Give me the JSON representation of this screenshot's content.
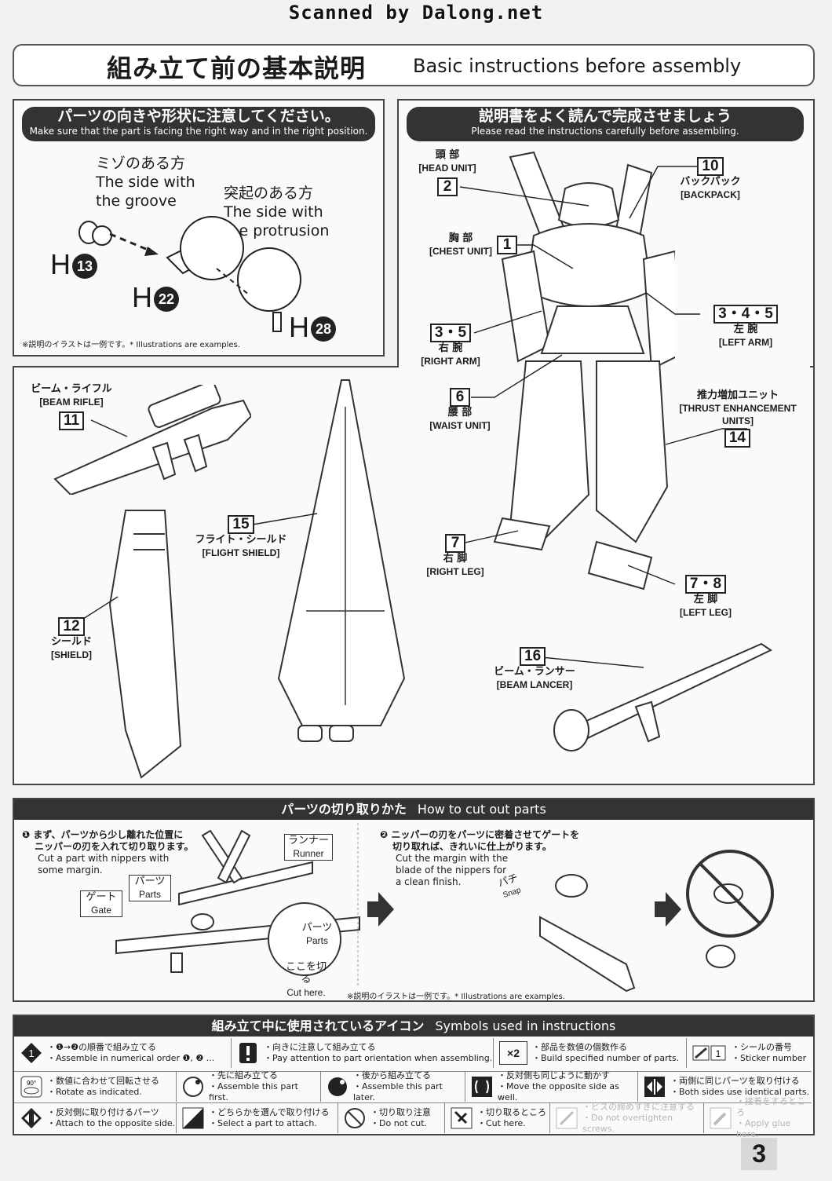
{
  "watermark": "Scanned by Dalong.net",
  "header": {
    "title_jp": "組み立て前の基本説明",
    "title_en": "Basic instructions before assembly"
  },
  "orientation": {
    "caption_jp": "パーツの向きや形状に注意してください。",
    "caption_en": "Make sure that the part is facing the right way and in the right position.",
    "groove_jp": "ミゾのある方",
    "groove_en1": "The side with",
    "groove_en2": "the groove",
    "protrusion_jp": "突起のある方",
    "protrusion_en1": "The side with",
    "protrusion_en2": "the protrusion",
    "parts": [
      {
        "letter": "H",
        "num": "13"
      },
      {
        "letter": "H",
        "num": "22"
      },
      {
        "letter": "H",
        "num": "28"
      }
    ],
    "note": "※説明のイラストは一例です。* Illustrations are examples."
  },
  "read": {
    "caption_jp": "説明書をよく読んで完成させましょう",
    "caption_en": "Please read the instructions carefully before assembling."
  },
  "units": [
    {
      "jp": "頭 部",
      "en": "[HEAD UNIT]",
      "num": "2"
    },
    {
      "jp": "バックパック",
      "en": "[BACKPACK]",
      "num": "10"
    },
    {
      "jp": "胸 部",
      "en": "[CHEST UNIT]",
      "num": "1"
    },
    {
      "jp": "左 腕",
      "en": "[LEFT ARM]",
      "num": "3・4・5"
    },
    {
      "jp": "右 腕",
      "en": "[RIGHT ARM]",
      "num": "3・5"
    },
    {
      "jp": "腰 部",
      "en": "[WAIST UNIT]",
      "num": "6"
    },
    {
      "jp": "推力増加ユニット",
      "en": "[THRUST ENHANCEMENT UNITS]",
      "num": "14"
    },
    {
      "jp": "右 脚",
      "en": "[RIGHT LEG]",
      "num": "7"
    },
    {
      "jp": "左 脚",
      "en": "[LEFT LEG]",
      "num": "7・8"
    },
    {
      "jp": "ビーム・ライフル",
      "en": "[BEAM RIFLE]",
      "num": "11"
    },
    {
      "jp": "フライト・シールド",
      "en": "[FLIGHT SHIELD]",
      "num": "15"
    },
    {
      "jp": "シールド",
      "en": "[SHIELD]",
      "num": "12"
    },
    {
      "jp": "ビーム・ランサー",
      "en": "[BEAM LANCER]",
      "num": "16"
    }
  ],
  "cut": {
    "title_jp": "パーツの切り取りかた",
    "title_en": "How to cut out parts",
    "step1_jp1": "まず、パーツから少し離れた位置に",
    "step1_jp2": "ニッパーの刃を入れて切り取ります。",
    "step1_en1": "Cut a part with nippers with",
    "step1_en2": "some margin.",
    "runner_jp": "ランナー",
    "runner_en": "Runner",
    "parts_jp": "パーツ",
    "parts_en": "Parts",
    "gate_jp": "ゲート",
    "gate_en": "Gate",
    "cut_jp": "ここを切る",
    "cut_en": "Cut here.",
    "step2_jp1": "ニッパーの刃をパーツに密着させてゲートを",
    "step2_jp2": "切り取れば、きれいに仕上がります。",
    "step2_en1": "Cut the margin with the",
    "step2_en2": "blade of the nippers for",
    "step2_en3": "a clean finish.",
    "snap_jp": "パチ",
    "snap_en": "Snap",
    "note": "※説明のイラストは一例です。* Illustrations are examples."
  },
  "symbols": {
    "title_jp": "組み立て中に使用されているアイコン",
    "title_en": "Symbols used in instructions",
    "items": [
      {
        "jp": "・❶→❷の順番で組み立てる",
        "en": "・Assemble in numerical order ❶, ❷ ..."
      },
      {
        "jp": "・向きに注意して組み立てる",
        "en": "・Pay attention to part orientation when assembling."
      },
      {
        "jp": "・部品を数値の個数作る",
        "en": "・Build specified number of parts."
      },
      {
        "jp": "・シールの番号",
        "en": "・Sticker number"
      },
      {
        "jp": "・数値に合わせて回転させる",
        "en": "・Rotate as indicated."
      },
      {
        "jp": "・先に組み立てる",
        "en": "・Assemble this part first."
      },
      {
        "jp": "・後から組み立てる",
        "en": "・Assemble this part later."
      },
      {
        "jp": "・反対側も同じように動かす",
        "en": "・Move the opposite side as well."
      },
      {
        "jp": "・両側に同じパーツを取り付ける",
        "en": "・Both sides use identical parts."
      },
      {
        "jp": "・反対側に取り付けるパーツ",
        "en": "・Attach to the opposite side."
      },
      {
        "jp": "・どちらかを選んで取り付ける",
        "en": "・Select a part to attach."
      },
      {
        "jp": "・切り取り注意",
        "en": "・Do not cut."
      },
      {
        "jp": "・切り取るところ",
        "en": "・Cut here."
      },
      {
        "jp": "・ビスの締めすぎに注意する",
        "en": "・Do not overtighten screws."
      },
      {
        "jp": "・接着をするところ",
        "en": "・Apply glue here."
      }
    ],
    "icon_labels": {
      "i1": "1",
      "x2": "×2",
      "deg": "90°",
      "st": "1"
    }
  },
  "page_number": "3"
}
